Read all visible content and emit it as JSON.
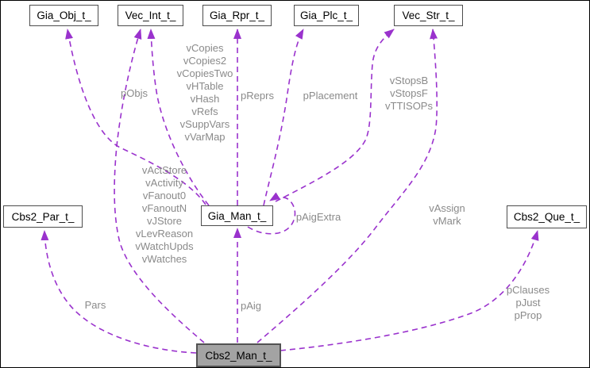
{
  "colors": {
    "edge": "#9a32cd",
    "edge_label_text": "#8a8a8a",
    "node_fill": "#ffffff",
    "node_border": "#4d4d4d",
    "main_node_fill": "#a3a3a3",
    "node_text": "#000000",
    "background": "#ffffff"
  },
  "nodes": {
    "gia_obj": {
      "label": "Gia_Obj_t_"
    },
    "vec_int": {
      "label": "Vec_Int_t_"
    },
    "gia_rpr": {
      "label": "Gia_Rpr_t_"
    },
    "gia_plc": {
      "label": "Gia_Plc_t_"
    },
    "vec_str": {
      "label": "Vec_Str_t_"
    },
    "cbs2_par": {
      "label": "Cbs2_Par_t_"
    },
    "gia_man": {
      "label": "Gia_Man_t_"
    },
    "cbs2_que": {
      "label": "Cbs2_Que_t_"
    },
    "cbs2_man": {
      "label": "Cbs2_Man_t_"
    }
  },
  "edge_labels": {
    "pObjs": "pObjs",
    "gia_man_to_vec_int": "vCopies\nvCopies2\nvCopiesTwo\nvHTable\nvHash\nvRefs\nvSuppVars\nvVarMap",
    "pReprs": "pReprs",
    "pPlacement": "pPlacement",
    "gia_man_to_vec_str": "vStopsB\nvStopsF\nvTTISOPs",
    "cbs2_man_to_vec_int": "vActStore\nvActivity\nvFanout0\nvFanoutN\nvJStore\nvLevReason\nvWatchUpds\nvWatches",
    "pAigExtra": "pAigExtra",
    "cbs2_man_to_vec_str": "vAssign\nvMark",
    "Pars": "Pars",
    "pAig": "pAig",
    "cbs2_man_to_cbs2_que": "pClauses\npJust\npProp"
  },
  "relationships": [
    {
      "from": "Gia_Man_t_",
      "to": "Gia_Obj_t_",
      "fields": [
        "pObjs"
      ]
    },
    {
      "from": "Gia_Man_t_",
      "to": "Vec_Int_t_",
      "fields": [
        "vCopies",
        "vCopies2",
        "vCopiesTwo",
        "vHTable",
        "vHash",
        "vRefs",
        "vSuppVars",
        "vVarMap"
      ]
    },
    {
      "from": "Gia_Man_t_",
      "to": "Gia_Rpr_t_",
      "fields": [
        "pReprs"
      ]
    },
    {
      "from": "Gia_Man_t_",
      "to": "Gia_Plc_t_",
      "fields": [
        "pPlacement"
      ]
    },
    {
      "from": "Gia_Man_t_",
      "to": "Vec_Str_t_",
      "fields": [
        "vStopsB",
        "vStopsF",
        "vTTISOPs"
      ]
    },
    {
      "from": "Gia_Man_t_",
      "to": "Gia_Man_t_",
      "fields": [
        "pAigExtra"
      ]
    },
    {
      "from": "Cbs2_Man_t_",
      "to": "Vec_Int_t_",
      "fields": [
        "vActStore",
        "vActivity",
        "vFanout0",
        "vFanoutN",
        "vJStore",
        "vLevReason",
        "vWatchUpds",
        "vWatches"
      ]
    },
    {
      "from": "Cbs2_Man_t_",
      "to": "Vec_Str_t_",
      "fields": [
        "vAssign",
        "vMark"
      ]
    },
    {
      "from": "Cbs2_Man_t_",
      "to": "Cbs2_Par_t_",
      "fields": [
        "Pars"
      ]
    },
    {
      "from": "Cbs2_Man_t_",
      "to": "Gia_Man_t_",
      "fields": [
        "pAig"
      ]
    },
    {
      "from": "Cbs2_Man_t_",
      "to": "Cbs2_Que_t_",
      "fields": [
        "pClauses",
        "pJust",
        "pProp"
      ]
    }
  ]
}
